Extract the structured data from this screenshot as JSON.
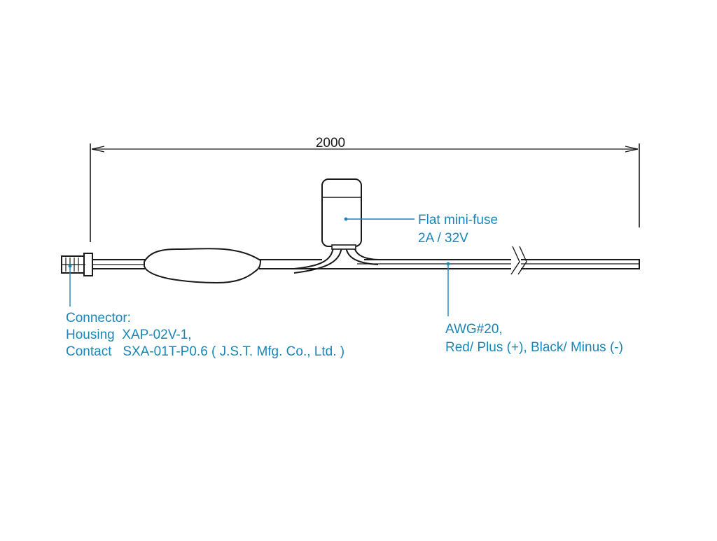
{
  "dimension": {
    "length_label": "2000"
  },
  "labels": {
    "fuse": {
      "line1": "Flat mini-fuse",
      "line2": "2A / 32V"
    },
    "connector": {
      "line1": "Connector:",
      "line2": "Housing  XAP-02V-1,",
      "line3": "Contact   SXA-01T-P0.6 ( J.S.T. Mfg. Co., Ltd. )"
    },
    "wire": {
      "line1": "AWG#20,",
      "line2": "Red/ Plus (+), Black/ Minus (-)"
    }
  },
  "colors": {
    "drawing": "#1a1a1a",
    "callout": "#1a86b8",
    "background": "#ffffff"
  }
}
